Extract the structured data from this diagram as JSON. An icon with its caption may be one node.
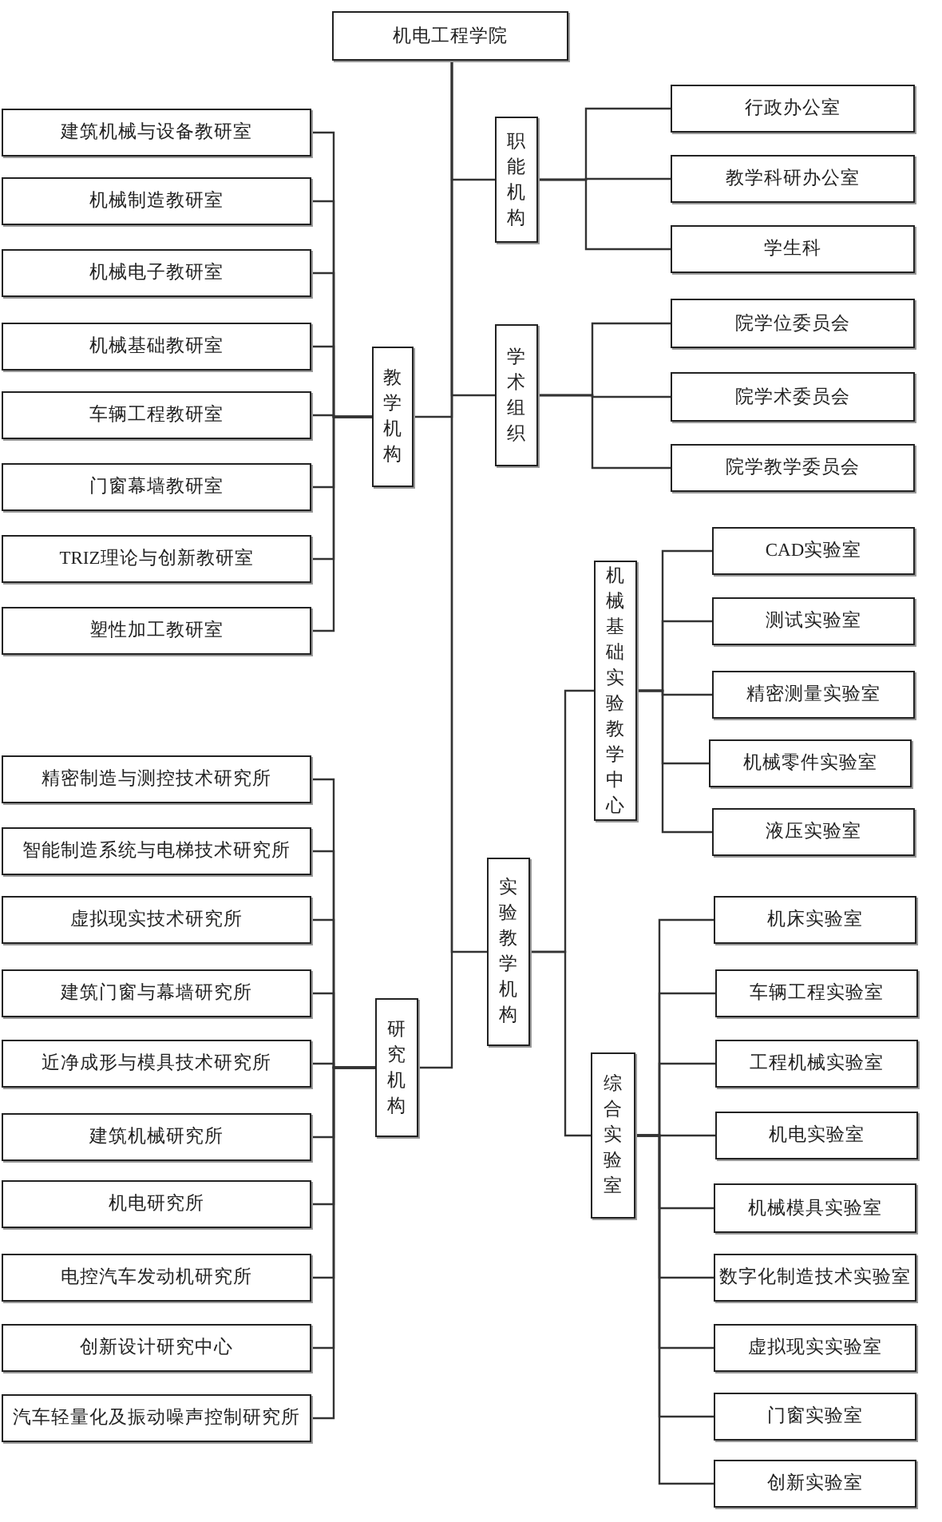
{
  "diagram": {
    "nodes": [
      {
        "text": [
          "机电工程学院"
        ]
      },
      {
        "text": [
          "职能机构"
        ]
      },
      {
        "text": [
          "行政办公室"
        ]
      },
      {
        "text": [
          "教学科研办公室"
        ]
      },
      {
        "text": [
          "学生科"
        ]
      },
      {
        "text": [
          "学术组织"
        ]
      },
      {
        "text": [
          "院学位委员会"
        ]
      },
      {
        "text": [
          "院学术委员会"
        ]
      },
      {
        "text": [
          "院学教学委员会"
        ]
      },
      {
        "text": [
          "教学机构"
        ]
      },
      {
        "text": [
          "建筑机械与设备教研室"
        ]
      },
      {
        "text": [
          "机械制造教研室"
        ]
      },
      {
        "text": [
          "机械电子教研室"
        ]
      },
      {
        "text": [
          "机械基础教研室"
        ]
      },
      {
        "text": [
          "车辆工程教研室"
        ]
      },
      {
        "text": [
          "门窗幕墙教研室"
        ]
      },
      {
        "text": [
          "TRIZ理论与创新教研室"
        ]
      },
      {
        "text": [
          "塑性加工教研室"
        ]
      },
      {
        "text": [
          "实验教学机构"
        ]
      },
      {
        "text": [
          "机械基础实验教学中心"
        ]
      },
      {
        "text": [
          "CAD实验室"
        ]
      },
      {
        "text": [
          "测试实验室"
        ]
      },
      {
        "text": [
          "精密测量实验室"
        ]
      },
      {
        "text": [
          "机械零件实验室"
        ]
      },
      {
        "text": [
          "液压实验室"
        ]
      },
      {
        "text": [
          "综合实验室"
        ]
      },
      {
        "text": [
          "机床实验室"
        ]
      },
      {
        "text": [
          "车辆工程实验室"
        ]
      },
      {
        "text": [
          "工程机械实验室"
        ]
      },
      {
        "text": [
          "机电实验室"
        ]
      },
      {
        "text": [
          "机械模具实验室"
        ]
      },
      {
        "text": [
          "数字化制造技术实验室"
        ]
      },
      {
        "text": [
          "虚拟现实实验室"
        ]
      },
      {
        "text": [
          "门窗实验室"
        ]
      },
      {
        "text": [
          "创新实验室"
        ]
      },
      {
        "text": [
          "研究机构"
        ]
      },
      {
        "text": [
          "精密制造与测控技术研究所"
        ]
      },
      {
        "text": [
          "智能制造系统与电梯技术研究所"
        ]
      },
      {
        "text": [
          "虚拟现实技术研究所"
        ]
      },
      {
        "text": [
          "建筑门窗与幕墙研究所"
        ]
      },
      {
        "text": [
          "近净成形与模具技术研究所"
        ]
      },
      {
        "text": [
          "建筑机械研究所"
        ]
      },
      {
        "text": [
          "机电研究所"
        ]
      },
      {
        "text": [
          "电控汽车发动机研究所"
        ]
      },
      {
        "text": [
          "创新设计研究中心"
        ]
      },
      {
        "text": [
          "汽车轻量化及振动噪声控制研究所"
        ]
      }
    ],
    "edges": [
      {
        "from": 0,
        "to": 1,
        "arrow": "none"
      },
      {
        "from": 1,
        "to": 2,
        "arrow": "none"
      },
      {
        "from": 1,
        "to": 3,
        "arrow": "none"
      },
      {
        "from": 1,
        "to": 4,
        "arrow": "none"
      },
      {
        "from": 0,
        "to": 5,
        "arrow": "none"
      },
      {
        "from": 5,
        "to": 6,
        "arrow": "none"
      },
      {
        "from": 5,
        "to": 7,
        "arrow": "none"
      },
      {
        "from": 5,
        "to": 8,
        "arrow": "none"
      },
      {
        "from": 0,
        "to": 9,
        "arrow": "none"
      },
      {
        "from": 9,
        "to": 10,
        "arrow": "none"
      },
      {
        "from": 9,
        "to": 11,
        "arrow": "none"
      },
      {
        "from": 9,
        "to": 12,
        "arrow": "none"
      },
      {
        "from": 9,
        "to": 13,
        "arrow": "none"
      },
      {
        "from": 9,
        "to": 14,
        "arrow": "none"
      },
      {
        "from": 9,
        "to": 15,
        "arrow": "none"
      },
      {
        "from": 9,
        "to": 16,
        "arrow": "none"
      },
      {
        "from": 9,
        "to": 17,
        "arrow": "none"
      },
      {
        "from": 0,
        "to": 18,
        "arrow": "none"
      },
      {
        "from": 18,
        "to": 19,
        "arrow": "none"
      },
      {
        "from": 19,
        "to": 20,
        "arrow": "none"
      },
      {
        "from": 19,
        "to": 21,
        "arrow": "none"
      },
      {
        "from": 19,
        "to": 22,
        "arrow": "none"
      },
      {
        "from": 19,
        "to": 23,
        "arrow": "none"
      },
      {
        "from": 19,
        "to": 24,
        "arrow": "none"
      },
      {
        "from": 18,
        "to": 25,
        "arrow": "none"
      },
      {
        "from": 25,
        "to": 26,
        "arrow": "none"
      },
      {
        "from": 25,
        "to": 27,
        "arrow": "none"
      },
      {
        "from": 25,
        "to": 28,
        "arrow": "none"
      },
      {
        "from": 25,
        "to": 29,
        "arrow": "none"
      },
      {
        "from": 25,
        "to": 30,
        "arrow": "none"
      },
      {
        "from": 25,
        "to": 31,
        "arrow": "none"
      },
      {
        "from": 25,
        "to": 32,
        "arrow": "none"
      },
      {
        "from": 25,
        "to": 33,
        "arrow": "none"
      },
      {
        "from": 25,
        "to": 34,
        "arrow": "none"
      },
      {
        "from": 0,
        "to": 35,
        "arrow": "none"
      },
      {
        "from": 35,
        "to": 36,
        "arrow": "none"
      },
      {
        "from": 35,
        "to": 37,
        "arrow": "none"
      },
      {
        "from": 35,
        "to": 38,
        "arrow": "none"
      },
      {
        "from": 35,
        "to": 39,
        "arrow": "none"
      },
      {
        "from": 35,
        "to": 40,
        "arrow": "none"
      },
      {
        "from": 35,
        "to": 41,
        "arrow": "none"
      },
      {
        "from": 35,
        "to": 42,
        "arrow": "none"
      },
      {
        "from": 35,
        "to": 43,
        "arrow": "none"
      },
      {
        "from": 35,
        "to": 44,
        "arrow": "none"
      },
      {
        "from": 35,
        "to": 45,
        "arrow": "none"
      }
    ]
  }
}
